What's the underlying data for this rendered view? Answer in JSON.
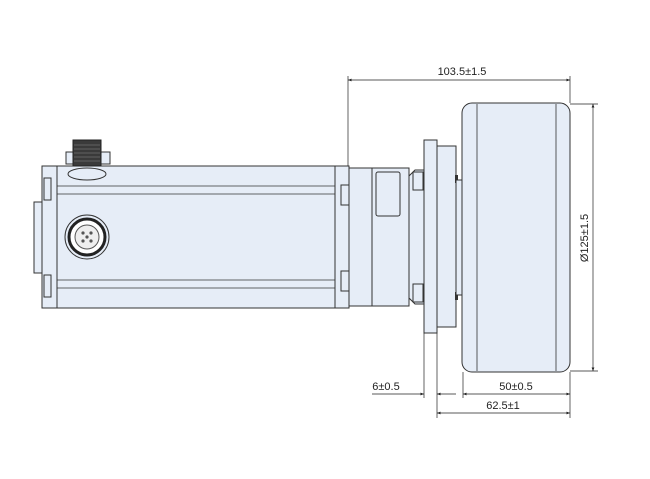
{
  "drawing": {
    "dimensions": {
      "overall_length": "103.5±1.5",
      "wheel_diameter": "Ø125±1.5",
      "flange_thickness": "6±0.5",
      "wheel_width": "50±0.5",
      "flange_to_wheel_end": "62.5±1"
    },
    "colors": {
      "fill": "#e6edf7",
      "line": "#333333"
    }
  }
}
